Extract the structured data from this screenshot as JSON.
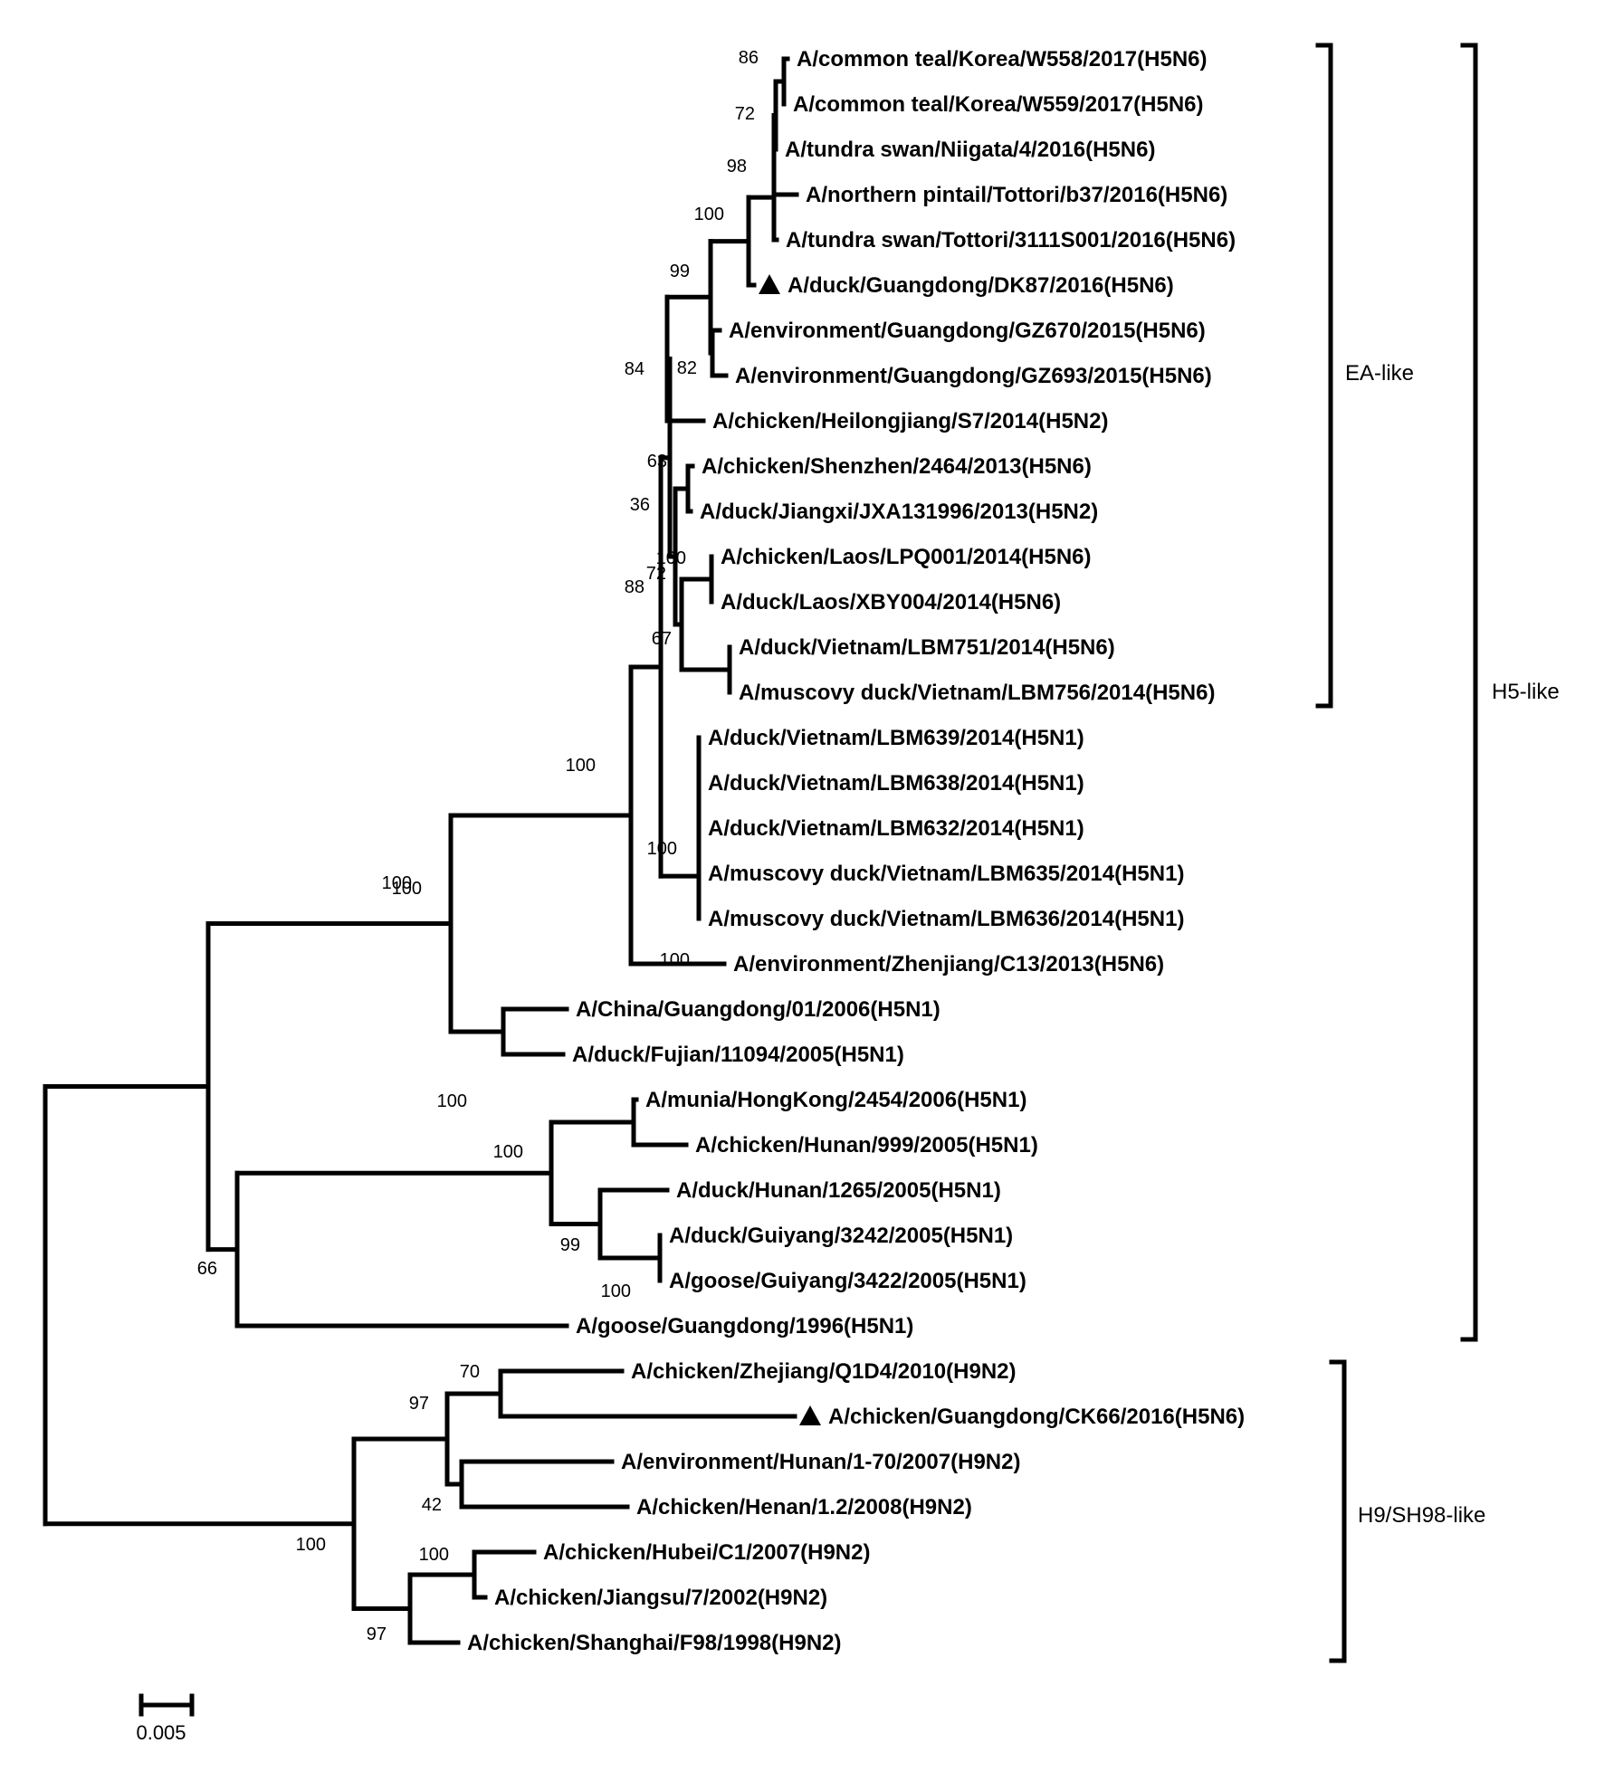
{
  "tips": [
    "A/common teal/Korea/W558/2017(H5N6)",
    "A/common teal/Korea/W559/2017(H5N6)",
    "A/tundra swan/Niigata/4/2016(H5N6)",
    "A/northern pintail/Tottori/b37/2016(H5N6)",
    "A/tundra swan/Tottori/3111S001/2016(H5N6)",
    "A/duck/Guangdong/DK87/2016(H5N6)",
    "A/environment/Guangdong/GZ670/2015(H5N6)",
    "A/environment/Guangdong/GZ693/2015(H5N6)",
    "A/chicken/Heilongjiang/S7/2014(H5N2)",
    "A/chicken/Shenzhen/2464/2013(H5N6)",
    "A/duck/Jiangxi/JXA131996/2013(H5N2)",
    "A/chicken/Laos/LPQ001/2014(H5N6)",
    "A/duck/Laos/XBY004/2014(H5N6)",
    "A/duck/Vietnam/LBM751/2014(H5N6)",
    "A/muscovy duck/Vietnam/LBM756/2014(H5N6)",
    "A/duck/Vietnam/LBM639/2014(H5N1)",
    "A/duck/Vietnam/LBM638/2014(H5N1)",
    "A/duck/Vietnam/LBM632/2014(H5N1)",
    "A/muscovy duck/Vietnam/LBM635/2014(H5N1)",
    "A/muscovy duck/Vietnam/LBM636/2014(H5N1)",
    "A/environment/Zhenjiang/C13/2013(H5N6)",
    "A/China/Guangdong/01/2006(H5N1)",
    "A/duck/Fujian/11094/2005(H5N1)",
    "A/munia/HongKong/2454/2006(H5N1)",
    "A/chicken/Hunan/999/2005(H5N1)",
    "A/duck/Hunan/1265/2005(H5N1)",
    "A/duck/Guiyang/3242/2005(H5N1)",
    "A/goose/Guiyang/3422/2005(H5N1)",
    "A/goose/Guangdong/1996(H5N1)",
    "A/chicken/Zhejiang/Q1D4/2010(H9N2)",
    "A/chicken/Guangdong/CK66/2016(H5N6)",
    "A/environment/Hunan/1-70/2007(H9N2)",
    "A/chicken/Henan/1.2/2008(H9N2)",
    "A/chicken/Hubei/C1/2007(H9N2)",
    "A/chicken/Jiangsu/7/2002(H9N2)",
    "A/chicken/Shanghai/F98/1998(H9N2)"
  ],
  "marked_tips": [
    "A/duck/Guangdong/DK87/2016(H5N6)",
    "A/chicken/Guangdong/CK66/2016(H5N6)"
  ],
  "bootstrap": [
    "86",
    "72",
    "98",
    "100",
    "99",
    "82",
    "84",
    "63",
    "36",
    "100",
    "72",
    "67",
    "100",
    "88",
    "100",
    "100",
    "100",
    "100",
    "100",
    "100",
    "99",
    "100",
    "66",
    "70",
    "97",
    "42",
    "100",
    "100",
    "97"
  ],
  "clades": [
    "EA-like",
    "H5-like",
    "H9/SH98-like"
  ],
  "scale_label": "0.005"
}
